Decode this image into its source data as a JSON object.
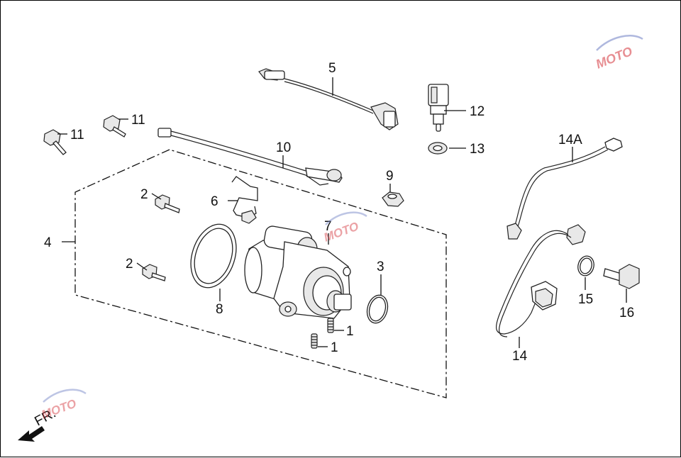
{
  "diagram": {
    "callouts": {
      "c1a": "1",
      "c1b": "1",
      "c2a": "2",
      "c2b": "2",
      "c3": "3",
      "c4": "4",
      "c5": "5",
      "c6": "6",
      "c7": "7",
      "c8": "8",
      "c9": "9",
      "c10": "10",
      "c11a": "11",
      "c11b": "11",
      "c12": "12",
      "c13": "13",
      "c14": "14",
      "c14a": "14A",
      "c15": "15",
      "c16": "16"
    },
    "front_indicator": "FR.",
    "watermark": "MOTO"
  },
  "colors": {
    "line": "#222222",
    "watermark_red": "#d4323a",
    "watermark_blue": "#6f7fc4"
  }
}
